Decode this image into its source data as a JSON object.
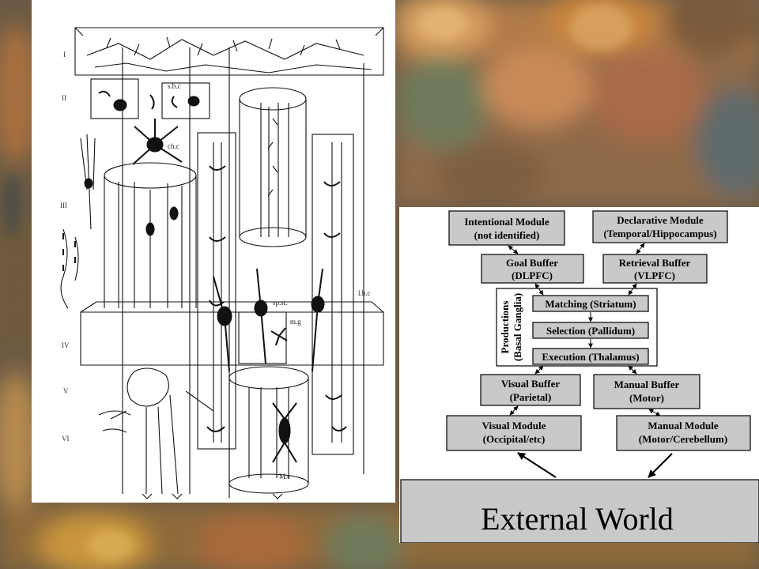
{
  "cortex_figure": {
    "layers": [
      "I",
      "II",
      "III",
      "IV",
      "V",
      "VI"
    ],
    "tags": [
      "s.b.c",
      "ch.c",
      "sp.st.",
      "m.g",
      "l.b.c",
      "M.c"
    ]
  },
  "act_r": {
    "modules": {
      "intentional": [
        "Intentional Module",
        "(not identified)"
      ],
      "declarative": [
        "Declarative Module",
        "(Temporal/Hippocampus)"
      ],
      "visual": [
        "Visual Module",
        "(Occipital/etc)"
      ],
      "manual": [
        "Manual Module",
        "(Motor/Cerebellum)"
      ]
    },
    "buffers": {
      "goal": [
        "Goal Buffer",
        "(DLPFC)"
      ],
      "retrieval": [
        "Retrieval Buffer",
        "(VLPFC)"
      ],
      "visual": [
        "Visual Buffer",
        "(Parietal)"
      ],
      "manual": [
        "Manual Buffer",
        "(Motor)"
      ]
    },
    "productions": {
      "label": [
        "Productions",
        "(Basal Ganglia)"
      ],
      "matching": "Matching (Striatum)",
      "selection": "Selection (Pallidum)",
      "execution": "Execution (Thalamus)"
    },
    "external_world": "External World"
  }
}
